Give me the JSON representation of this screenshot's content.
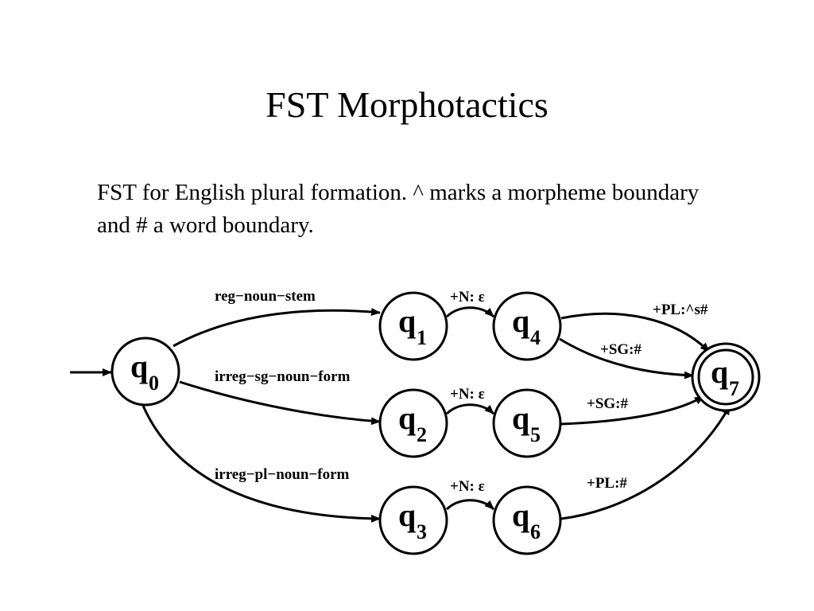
{
  "slide": {
    "title": "FST Morphotactics",
    "description": "FST for English plural formation. ^ marks a morpheme boundary and # a word boundary."
  },
  "diagram": {
    "states": [
      {
        "id": "q0",
        "letter": "q",
        "sub": "0"
      },
      {
        "id": "q1",
        "letter": "q",
        "sub": "1"
      },
      {
        "id": "q2",
        "letter": "q",
        "sub": "2"
      },
      {
        "id": "q3",
        "letter": "q",
        "sub": "3"
      },
      {
        "id": "q4",
        "letter": "q",
        "sub": "4"
      },
      {
        "id": "q5",
        "letter": "q",
        "sub": "5"
      },
      {
        "id": "q6",
        "letter": "q",
        "sub": "6"
      },
      {
        "id": "q7",
        "letter": "q",
        "sub": "7",
        "final": true
      }
    ],
    "start_state": "q0",
    "transitions": [
      {
        "from": "q0",
        "to": "q1",
        "label": "reg−noun−stem"
      },
      {
        "from": "q0",
        "to": "q2",
        "label": "irreg−sg−noun−form"
      },
      {
        "from": "q0",
        "to": "q3",
        "label": "irreg−pl−noun−form"
      },
      {
        "from": "q1",
        "to": "q4",
        "label": "+N: ε"
      },
      {
        "from": "q2",
        "to": "q5",
        "label": "+N: ε"
      },
      {
        "from": "q3",
        "to": "q6",
        "label": "+N: ε"
      },
      {
        "from": "q4",
        "to": "q7",
        "label": "+PL:^s#"
      },
      {
        "from": "q4",
        "to": "q7",
        "label": "+SG:#"
      },
      {
        "from": "q5",
        "to": "q7",
        "label": "+SG:#"
      },
      {
        "from": "q6",
        "to": "q7",
        "label": "+PL:#"
      }
    ]
  }
}
